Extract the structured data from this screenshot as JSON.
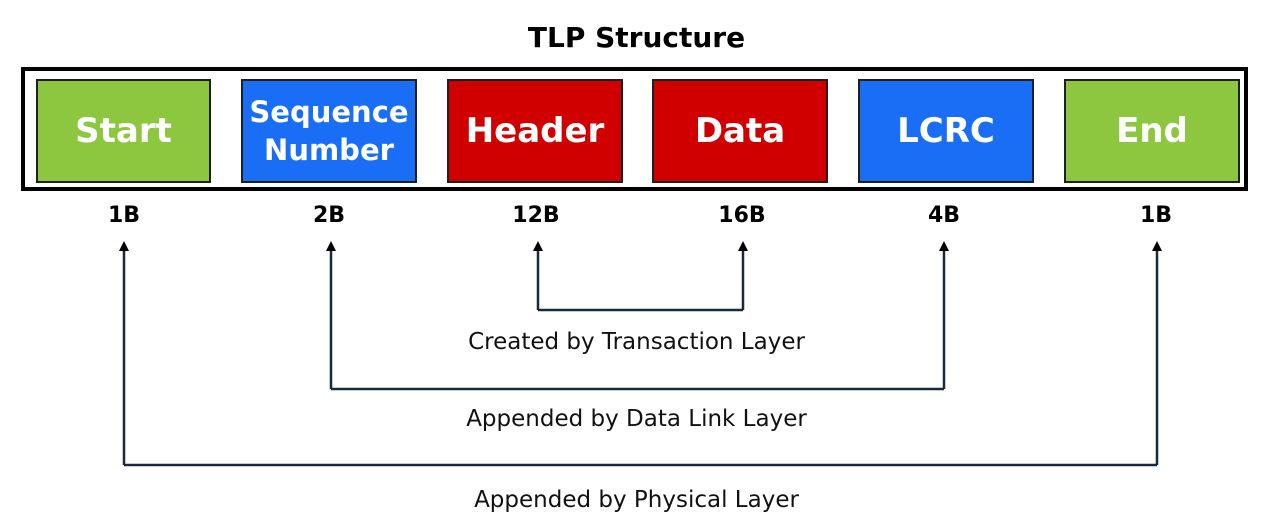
{
  "title": "TLP Structure",
  "fields": [
    {
      "id": "start",
      "label": "Start",
      "size": "1B",
      "color": "#8dc63f"
    },
    {
      "id": "sequence-number",
      "label": "Sequence\nNumber",
      "size": "2B",
      "color": "#1a6ef5"
    },
    {
      "id": "header",
      "label": "Header",
      "size": "12B",
      "color": "#d10000"
    },
    {
      "id": "data",
      "label": "Data",
      "size": "16B",
      "color": "#d10000"
    },
    {
      "id": "lcrc",
      "label": "LCRC",
      "size": "4B",
      "color": "#1a6ef5"
    },
    {
      "id": "end",
      "label": "End",
      "size": "1B",
      "color": "#8dc63f"
    }
  ],
  "layers": [
    {
      "id": "transaction",
      "label": "Created by Transaction Layer",
      "spans": [
        "header",
        "data"
      ],
      "line_color": "#1b2a3a"
    },
    {
      "id": "data-link",
      "label": "Appended by Data Link Layer",
      "spans": [
        "sequence-number",
        "lcrc"
      ],
      "line_color": "#1b2a3a"
    },
    {
      "id": "physical",
      "label": "Appended by Physical Layer",
      "spans": [
        "start",
        "end"
      ],
      "line_color": "#1b2a3a"
    }
  ]
}
